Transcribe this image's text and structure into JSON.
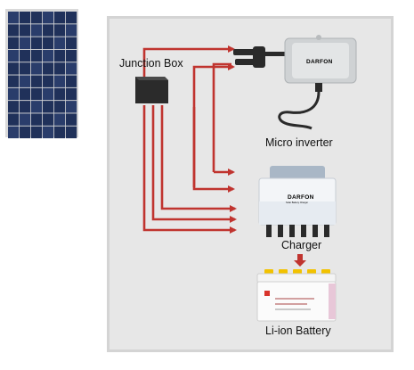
{
  "diagram": {
    "labels": {
      "junction_box": "Junction Box",
      "micro_inverter": "Micro inverter",
      "charger": "Charger",
      "battery": "Li-ion Battery"
    },
    "brands": {
      "inverter": "DARFON",
      "charger": "DARFON",
      "charger_sub": "Solar Battery Charger"
    },
    "components": [
      {
        "name": "solar-panel",
        "depicts": "photovoltaic module"
      },
      {
        "name": "junction-box",
        "depicts": "black junction box"
      },
      {
        "name": "micro-inverter",
        "depicts": "grey micro inverter with cable"
      },
      {
        "name": "charger",
        "depicts": "white solar charger unit"
      },
      {
        "name": "battery",
        "depicts": "white battery with yellow terminals"
      }
    ],
    "colors": {
      "panel_background": "#e7e7e7",
      "panel_border": "#d4d4d4",
      "wire_red": "#c0342f",
      "junction_box": "#2b2b2b",
      "terminal_yellow": "#f2c200",
      "solar_cell": "#20315a"
    }
  }
}
